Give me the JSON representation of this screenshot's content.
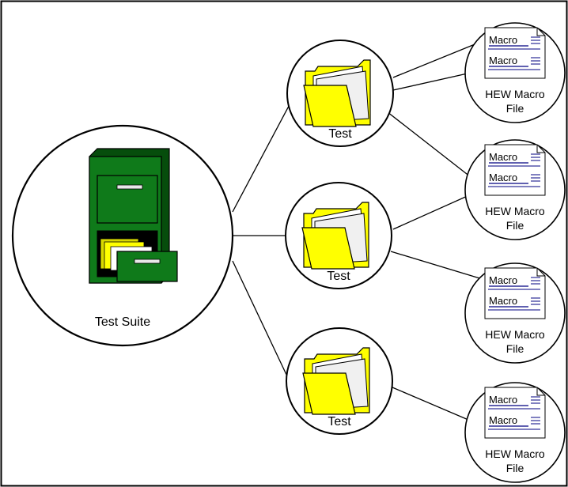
{
  "suite": {
    "label": "Test Suite"
  },
  "tests": [
    {
      "label": "Test"
    },
    {
      "label": "Test"
    },
    {
      "label": "Test"
    }
  ],
  "macro_files": [
    {
      "label_line1": "HEW Macro",
      "label_line2": "File",
      "docs": [
        "Macro",
        "Macro"
      ]
    },
    {
      "label_line1": "HEW Macro",
      "label_line2": "File",
      "docs": [
        "Macro",
        "Macro"
      ]
    },
    {
      "label_line1": "HEW Macro",
      "label_line2": "File",
      "docs": [
        "Macro",
        "Macro"
      ]
    },
    {
      "label_line1": "HEW Macro",
      "label_line2": "File",
      "docs": [
        "Macro",
        "Macro"
      ]
    }
  ],
  "colors": {
    "cabinet": "#0f7a1a",
    "cabinet_dark": "#0a5510",
    "folder": "#ffff00",
    "doc_line": "#000080"
  }
}
